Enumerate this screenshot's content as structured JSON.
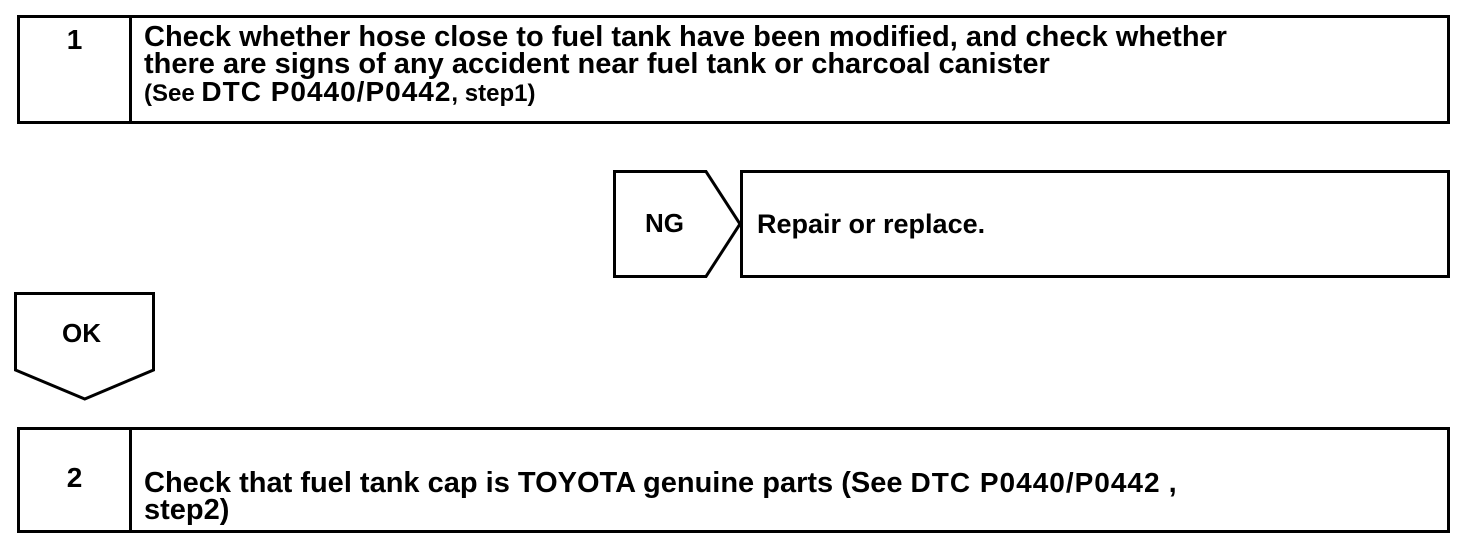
{
  "steps": [
    {
      "number": "1",
      "lines": [
        "Check whether hose close to fuel tank have been modified, and check whether",
        "there are signs of any accident near fuel tank or charcoal canister"
      ],
      "ref_prefix": "(See ",
      "ref_code": "DTC  P0440/P0442",
      "ref_suffix": ", step1)"
    },
    {
      "number": "2",
      "text": "Check that fuel tank cap is TOYOTA genuine parts (See ",
      "ref_code": "DTC  P0440/P0442",
      "ref_suffix": " ,",
      "line2": "step2)"
    }
  ],
  "ng_branch": {
    "label": "NG",
    "result": "Repair or replace."
  },
  "ok_branch": {
    "label": "OK"
  }
}
